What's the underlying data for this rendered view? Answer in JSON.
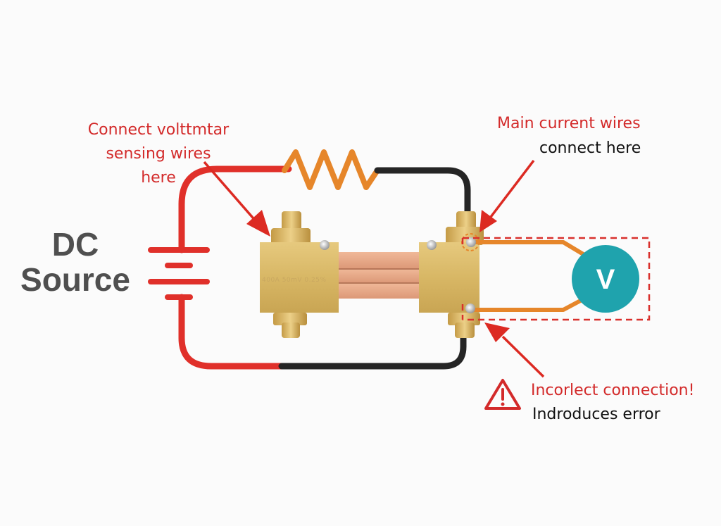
{
  "diagram": {
    "title": "Shunt resistor four-terminal connection diagram",
    "source_label": "DC\nSource",
    "source_label_lines": [
      "DC",
      "Source"
    ],
    "voltmeter_symbol": "V",
    "shunt_marking": "400A 50mV 0.25%",
    "annotations": {
      "sensing": {
        "lines": [
          "Connect volttmtar",
          "sensing wires",
          "here"
        ],
        "color": "#d32a2a"
      },
      "main_current": {
        "line1": "Main current wires",
        "line2": "connect here",
        "line1_color": "#d32a2a",
        "line2_color": "#111111"
      },
      "incorrect": {
        "line1": "Incorlect connection!",
        "line2": "Indroduces error",
        "icon": "warning-triangle-icon",
        "line1_color": "#d32a2a",
        "line2_color": "#111111"
      }
    },
    "colors": {
      "positive_wire": "#e0302a",
      "negative_wire": "#222222",
      "resistor": "#e6862a",
      "sense_wire": "#e6862a",
      "voltmeter": "#1fa3ad",
      "brass": "#d8b765",
      "copper": "#e2a07f",
      "arrow": "#dc2a22",
      "dashed_box": "#d9302c",
      "dc_text": "#4f4f4f"
    },
    "components": [
      "DC source (battery)",
      "Load resistor",
      "Shunt resistor",
      "Voltmeter"
    ]
  }
}
